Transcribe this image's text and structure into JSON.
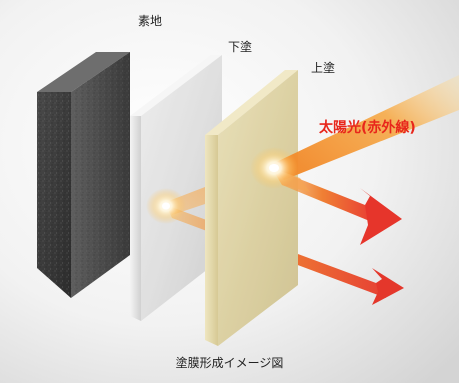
{
  "labels": {
    "base": "素地",
    "undercoat": "下塗",
    "topcoat": "上塗",
    "sunlight": "太陽光(赤外線)"
  },
  "caption": "塗膜形成イメージ図",
  "colors": {
    "base_layer": "#3c3c3c",
    "undercoat_layer": "#dcdcdc",
    "topcoat_layer": "#d9cc9a",
    "ray": "#e9541f",
    "sunlight_text": "#e8261b"
  }
}
